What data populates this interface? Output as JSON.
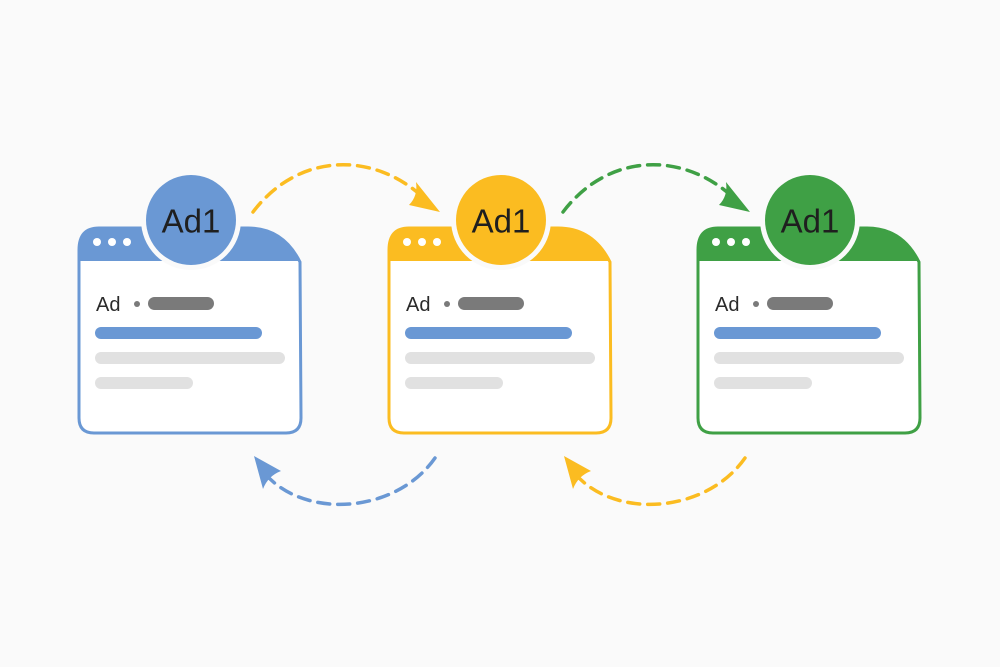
{
  "colors": {
    "background": "#fafafa",
    "blue": "#6a98d4",
    "yellow": "#fbbc21",
    "green": "#3fa045",
    "title_bar_gray": "#7a7a7a",
    "placeholder_light": "#e1e1e1",
    "headline_blue": "#6a98d4"
  },
  "cards": [
    {
      "id": "blue",
      "badge": "Ad1",
      "ad_label": "Ad",
      "color": "#6a98d4"
    },
    {
      "id": "yellow",
      "badge": "Ad1",
      "ad_label": "Ad",
      "color": "#fbbc21"
    },
    {
      "id": "green",
      "badge": "Ad1",
      "ad_label": "Ad",
      "color": "#3fa045"
    }
  ],
  "arrows": [
    {
      "from": "blue",
      "to": "yellow",
      "direction": "forward",
      "color": "#fbbc21"
    },
    {
      "from": "yellow",
      "to": "green",
      "direction": "forward",
      "color": "#3fa045"
    },
    {
      "from": "yellow",
      "to": "blue",
      "direction": "back",
      "color": "#6a98d4"
    },
    {
      "from": "green",
      "to": "yellow",
      "direction": "back",
      "color": "#fbbc21"
    }
  ]
}
